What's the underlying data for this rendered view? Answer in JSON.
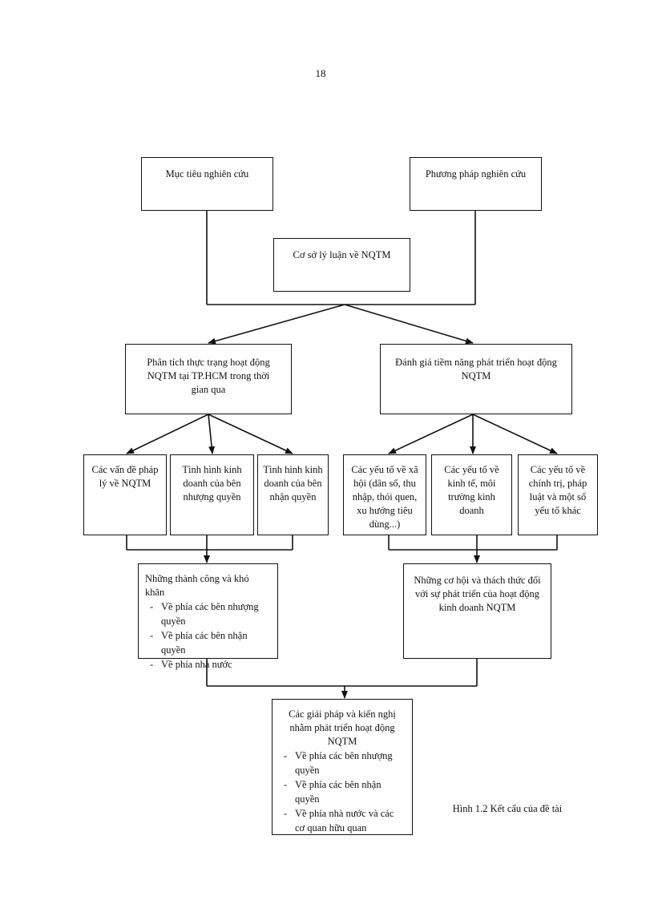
{
  "page_number": "18",
  "boxes": {
    "objective": "Mục tiêu nghiên cứu",
    "method": "Phương pháp nghiên cứu",
    "theory": "Cơ sở lý luận về NQTM",
    "analysis": "Phân tích thực trạng hoạt động NQTM tại TP.HCM trong thời gian qua",
    "potential": "Đánh giá tiềm năng phát triển hoạt động NQTM",
    "legal": "Các vấn đề pháp lý về NQTM",
    "franchisor": "Tình hình kinh doanh của bên nhượng quyền",
    "franchisee": "Tình hình kinh doanh của bên nhận quyền",
    "social": "Các yếu tố về xã hội (dân số, thu nhập, thói quen, xu hướng tiêu dùng...)",
    "economic": "Các yếu tố về kinh tế, môi trường kinh doanh",
    "political": "Các yếu tố về chính trị, pháp luật và một số yếu tố khác",
    "opportunities": "Những cơ hội và thách thức đối với sự phát triển của hoạt động kinh doanh NQTM",
    "achievements": {
      "title": "Những thành công và khó khăn",
      "items": [
        "Về phía các bên nhượng quyền",
        "Về phía các bên nhận quyền",
        "Về phía nhà nước"
      ]
    },
    "solutions": {
      "title": "Các giải pháp và kiến nghị nhằm phát triển hoạt động NQTM",
      "items": [
        "Về phía các bên nhượng quyền",
        "Về phía các bên nhận quyền",
        "Về phía nhà nước và các cơ quan hữu quan"
      ]
    }
  },
  "caption": "Hình 1.2 Kết cấu của đề tài"
}
